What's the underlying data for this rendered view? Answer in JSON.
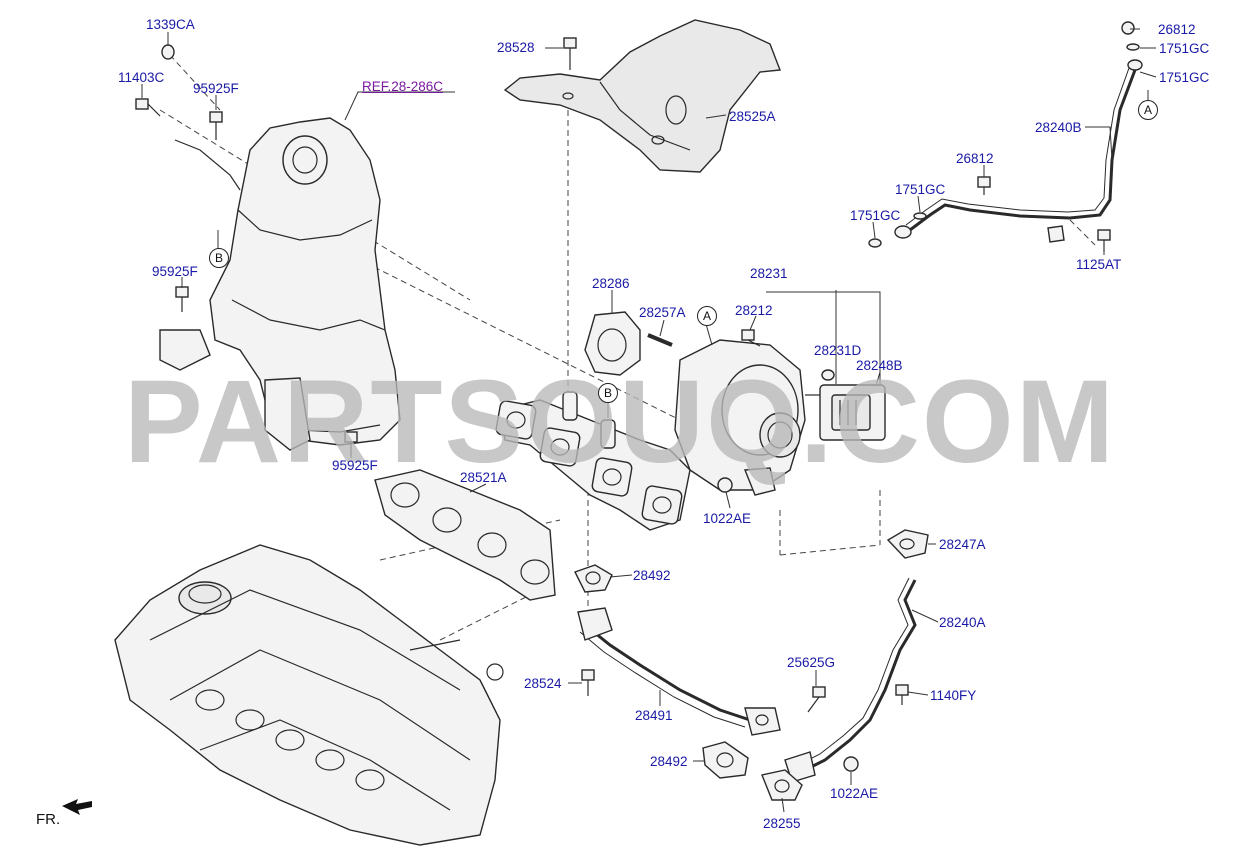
{
  "labels": {
    "l1339ca": "1339CA",
    "l11403c": "11403C",
    "l95925f_a": "95925F",
    "ref": "REF.28-286C",
    "l95925f_b": "95925F",
    "l95925f_c": "95925F",
    "l28528": "28528",
    "l28525a": "28525A",
    "l26812_a": "26812",
    "l1751gc_a": "1751GC",
    "l1751gc_b": "1751GC",
    "l28240b": "28240B",
    "l26812_b": "26812",
    "l1751gc_c": "1751GC",
    "l1751gc_d": "1751GC",
    "l1125at": "1125AT",
    "l28286": "28286",
    "l28231": "28231",
    "l28257a": "28257A",
    "l28212": "28212",
    "l28231d": "28231D",
    "l28248b": "28248B",
    "l28521a": "28521A",
    "l1022ae_a": "1022AE",
    "l28247a": "28247A",
    "l28492_a": "28492",
    "l28240a": "28240A",
    "l25625g": "25625G",
    "l28524": "28524",
    "l1140fy": "1140FY",
    "l28491": "28491",
    "l28492_b": "28492",
    "l1022ae_b": "1022AE",
    "l28255": "28255"
  },
  "markers": {
    "a_top": "A",
    "a_mid": "A",
    "b_left": "B",
    "b_mid": "B"
  },
  "front_indicator": "FR.",
  "watermark": "PARTSOUQ.COM"
}
